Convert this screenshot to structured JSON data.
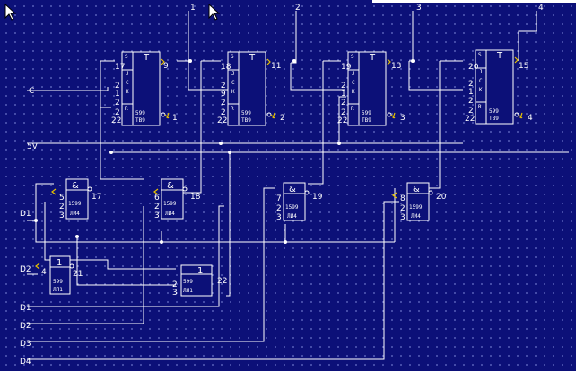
{
  "outputs": {
    "q1": "1",
    "q2": "2",
    "q3": "3",
    "q4": "4"
  },
  "inputs": {
    "c": "C",
    "five_v": "5V",
    "d1": "D1",
    "d2": "D2",
    "d3": "D3",
    "d4": "D4"
  },
  "triggers": [
    {
      "num": "17",
      "out": "9",
      "q": "1",
      "series": "599",
      "type": "ТВ9",
      "pins_left": [
        "2",
        "1",
        "2",
        "2",
        "22"
      ]
    },
    {
      "num": "18",
      "out": "11",
      "q": "2",
      "series": "599",
      "type": "ТВ9",
      "pins_left": [
        "2",
        "9",
        "2",
        "2",
        "22"
      ]
    },
    {
      "num": "19",
      "out": "13",
      "q": "3",
      "series": "599",
      "type": "ТВ9",
      "pins_left": [
        "2",
        "1",
        "2",
        "2",
        "22"
      ]
    },
    {
      "num": "20",
      "out": "15",
      "q": "4",
      "series": "599",
      "type": "ТВ9",
      "pins_left": [
        "2",
        "1",
        "2",
        "2",
        "22"
      ]
    }
  ],
  "and_gates": [
    {
      "sym": "&",
      "num": "17",
      "pin_a": "5",
      "pin_b": "2",
      "pin_c": "3",
      "series": "1599",
      "type": "ЛИ4"
    },
    {
      "sym": "&",
      "num": "18",
      "pin_a": "6",
      "pin_b": "2",
      "pin_c": "3",
      "series": "1599",
      "type": "ЛИ4"
    },
    {
      "sym": "&",
      "num": "19",
      "pin_a": "7",
      "pin_b": "2",
      "pin_c": "3",
      "series": "1599",
      "type": "ЛИ4"
    },
    {
      "sym": "&",
      "num": "20",
      "pin_a": "8",
      "pin_b": "2",
      "pin_c": "3",
      "series": "1599",
      "type": "ЛИ4"
    }
  ],
  "inverter": {
    "sym": "1",
    "in_pin": "4",
    "out_pin": "21",
    "series": "599",
    "type": "ЛЛ1"
  },
  "or_gate": {
    "sym": "1",
    "pin_a": "2",
    "pin_b": "3",
    "out_pin": "22",
    "series": "599",
    "type": "ЛЛ1"
  },
  "pin_letters": {
    "s": "S",
    "t": "T",
    "j": "J",
    "c": "C",
    "k": "K",
    "r": "R"
  },
  "colors": {
    "background": "#0c1078",
    "wire": "#ffffff",
    "marker": "#e6c000"
  }
}
